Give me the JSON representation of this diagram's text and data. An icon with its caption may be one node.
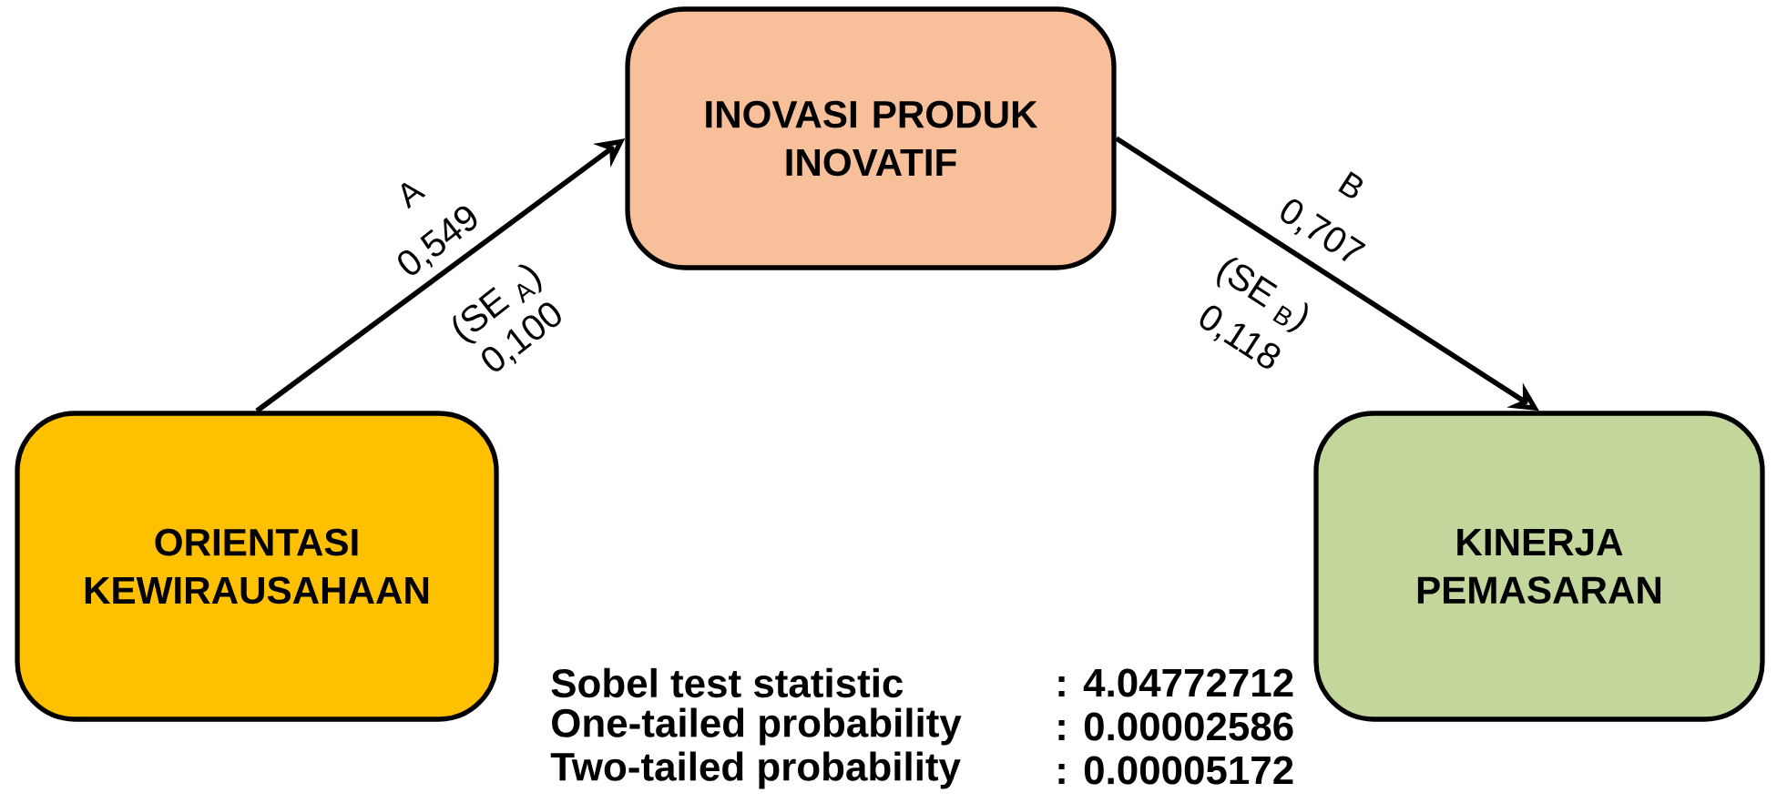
{
  "diagram": {
    "nodes": [
      {
        "text": [
          "ORIENTASI KEWIRAUSAHAAN"
        ]
      },
      {
        "text": [
          "INOVASI PRODUK INOVATIF"
        ]
      },
      {
        "text": [
          "KINERJA PEMASARAN"
        ]
      }
    ],
    "edges": [
      {
        "from": 0,
        "to": 1,
        "arrow": "to",
        "label": "A"
      },
      {
        "from": 1,
        "to": 2,
        "arrow": "to",
        "label": "B"
      }
    ],
    "labels": [
      "0,549",
      "(SE $_{A}$)",
      "0,100",
      "0,707",
      "(SE $_{B}$)",
      "0,118",
      "Sobel test statistic",
      ": 4.04772712",
      "One-tailed probability",
      ": 0.00002586",
      "Two-tailed probability",
      ": 0.00005172"
    ]
  }
}
